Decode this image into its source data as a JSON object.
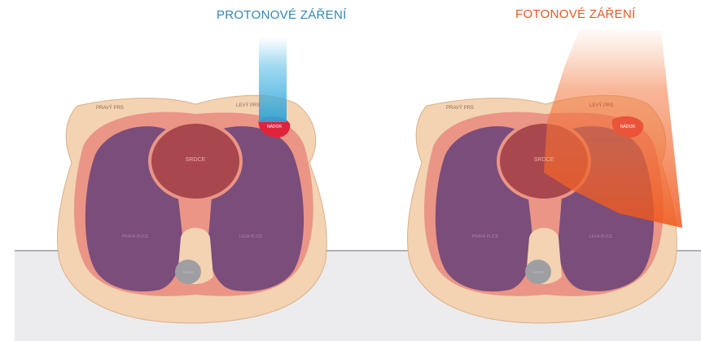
{
  "left_panel": {
    "title": "PROTONOVÉ ZÁŘENÍ",
    "labels": {
      "right_breast": "PRAVÝ PRS",
      "left_breast": "LEVÝ PRS",
      "heart": "SRDCE",
      "tumor": "NÁDOR",
      "right_lung": "PRAVÁ PLÍCE",
      "left_lung": "LEVÁ PLÍCE",
      "spine": "PÁTEŘ"
    }
  },
  "right_panel": {
    "title": "FOTONOVÉ ZÁŘENÍ",
    "labels": {
      "right_breast": "PRAVÝ PRS",
      "left_breast": "LEVÝ PRS",
      "heart": "SRDCE",
      "tumor": "NÁDOR",
      "right_lung": "PRAVÁ PLÍCE",
      "left_lung": "LEVÁ PLÍCE",
      "spine": "PÁTEŘ"
    }
  },
  "colors": {
    "skin": "#f3d3b2",
    "pleura": "#ea9585",
    "lung": "#7a4d7b",
    "heart": "#a8474e",
    "tumor": "#e0233a",
    "spine": "#9f9fa3",
    "table": "#ececee",
    "proton_beam": "#4eb9e6",
    "photon_beam": "#f05a1a"
  }
}
